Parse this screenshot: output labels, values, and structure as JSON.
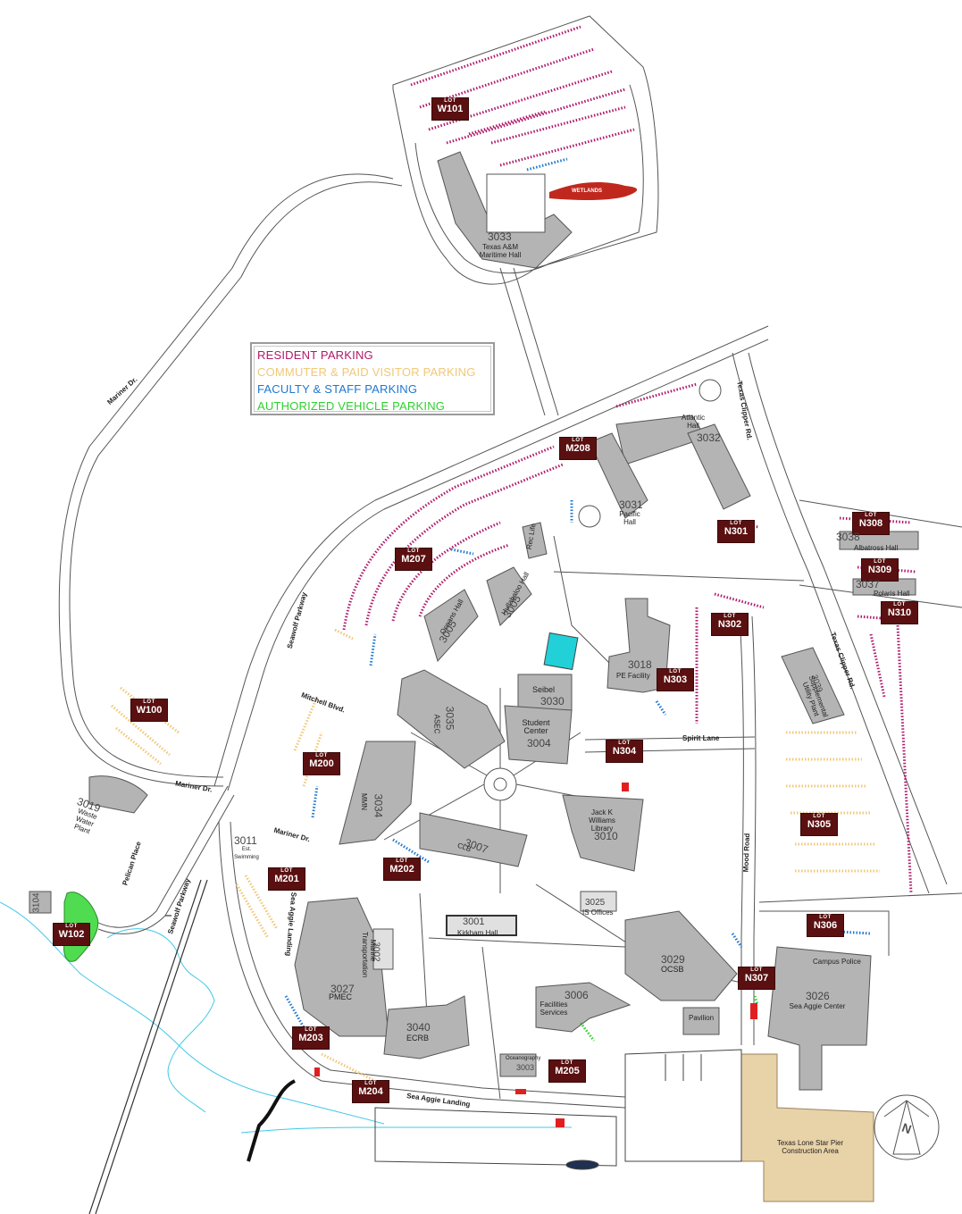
{
  "legend": {
    "resident": "RESIDENT PARKING",
    "commuter": "COMMUTER & PAID VISITOR PARKING",
    "faculty": "FACULTY & STAFF PARKING",
    "authorized": "AUTHORIZED VEHICLE PARKING"
  },
  "colors": {
    "resident": "#b0186a",
    "commuter": "#f0c878",
    "faculty": "#1e78d0",
    "authorized": "#30d030",
    "lot_badge": "#5a1010",
    "building": "#b4b4b4",
    "water": "#40c8e8",
    "construction": "#e8d2a8"
  },
  "lot_prefix": "LOT",
  "lots": [
    {
      "id": "W101"
    },
    {
      "id": "M208"
    },
    {
      "id": "N308"
    },
    {
      "id": "N301"
    },
    {
      "id": "M207"
    },
    {
      "id": "N309"
    },
    {
      "id": "N310"
    },
    {
      "id": "N302"
    },
    {
      "id": "W100"
    },
    {
      "id": "N303"
    },
    {
      "id": "N304"
    },
    {
      "id": "M200"
    },
    {
      "id": "N305"
    },
    {
      "id": "M202"
    },
    {
      "id": "M201"
    },
    {
      "id": "W102"
    },
    {
      "id": "N306"
    },
    {
      "id": "N307"
    },
    {
      "id": "M203"
    },
    {
      "id": "M205"
    },
    {
      "id": "M204"
    }
  ],
  "buildings": {
    "maritime_num": "3033",
    "maritime_name": "Texas A&M Maritime Hall",
    "wetlands": "WETLANDS",
    "atlantic_name": "Atlantic Hall",
    "atlantic_num": "3032",
    "pacific_num": "3031",
    "pacific_name": "Pacific Hall",
    "rec_life": "Rec Life",
    "oceans_name": "Oceans Hall",
    "oceans_num": "3005",
    "hullabaloo_name": "Hullabaloo Hall",
    "hullabaloo_num": "3005",
    "albatross_num": "3038",
    "albatross_name": "Albatross Hall",
    "polaris_num": "3037",
    "polaris_name": "Polaris Hall",
    "pe_num": "3018",
    "pe_name": "PE Facility",
    "utility_num": "3039",
    "utility_name": "Supplemental Utility Plant",
    "seibel_name": "Seibel",
    "seibel_num": "3030",
    "student_name": "Student Center",
    "student_num": "3004",
    "asec_num": "3035",
    "asec_name": "ASEC",
    "mmn_num": "3034",
    "mmn_name": "MMN",
    "library_name": "Jack K Williams Library",
    "library_num": "3010",
    "clb_num": "3007",
    "clb_name": "CLB",
    "waste_num": "3019",
    "waste_name": "Waste Water Plant",
    "est_num": "3011",
    "est_name": "Est. Swimming",
    "is_num": "3025",
    "is_name": "IS Offices",
    "kirkham_num": "3001",
    "kirkham_name": "Kirkham Hall",
    "b3104": "3104",
    "ocsb_num": "3029",
    "ocsb_name": "OCSB",
    "campus_police": "Campus Police",
    "transport_num": "3002",
    "transport_name": "Marine Transportation",
    "pmec_num": "3027",
    "pmec_name": "PMEC",
    "facilities_num": "3006",
    "facilities_name": "Facilities Services",
    "pavilion": "Pavilion",
    "sea_aggie_num": "3026",
    "sea_aggie_name": "Sea Aggie Center",
    "ecrb_num": "3040",
    "ecrb_name": "ECRB",
    "oceanography_num": "3003",
    "oceanography_name": "Oceanography",
    "pier_name": "Texas Lone Star Pier Construction Area"
  },
  "roads": {
    "mariner_dr": "Mariner Dr.",
    "texas_clipper": "Texas Clipper Rd.",
    "seawolf_parkway": "Seawolf Parkway",
    "mitchell_blvd": "Mitchell Blvd.",
    "spirit_lane": "Spirit Lane",
    "mood_road": "Mood Road",
    "pelican_place": "Pelican Place",
    "sea_aggie_landing": "Sea Aggie Landing"
  },
  "compass_label": "N"
}
